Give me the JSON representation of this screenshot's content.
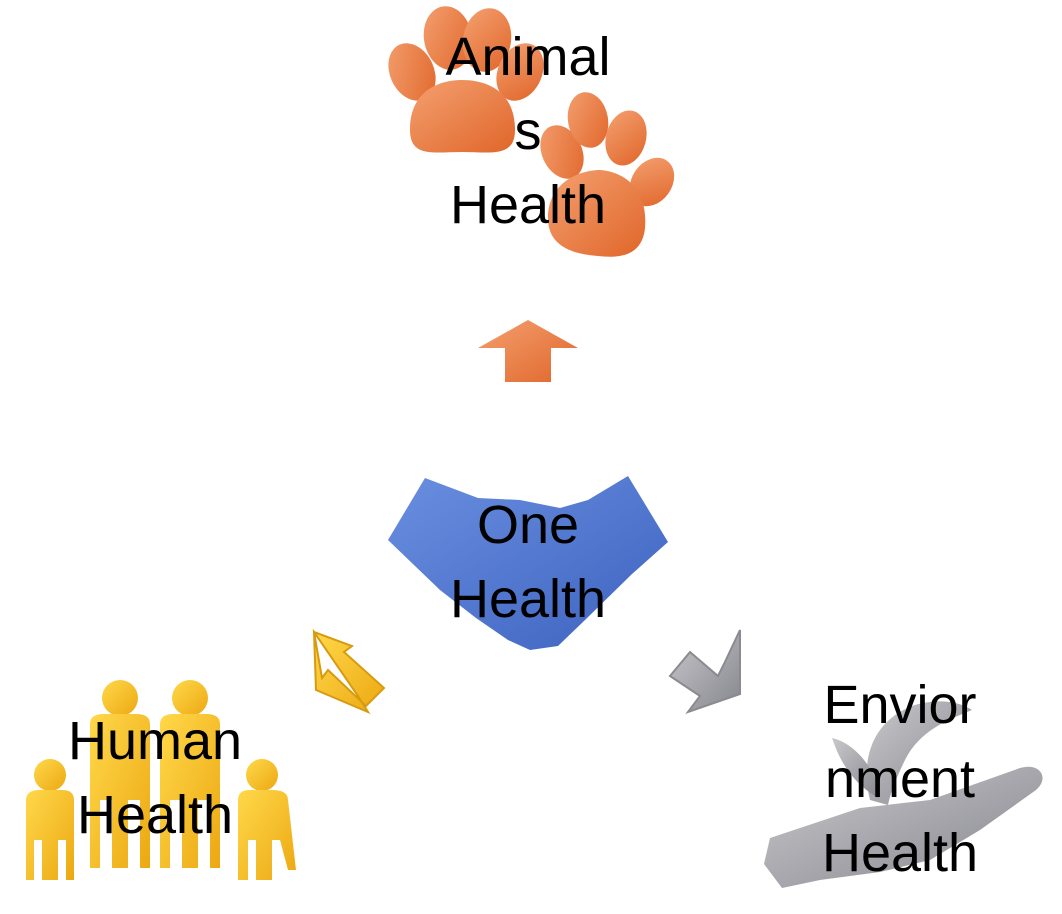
{
  "nodes": {
    "center": {
      "lines": [
        "One",
        "Health"
      ],
      "icon": "handshake-icon",
      "color": "#4a72cc"
    },
    "top": {
      "lines": [
        "Animal",
        "s",
        "Health"
      ],
      "icon": "paw-prints-icon",
      "color": "#ee7d3f"
    },
    "left": {
      "lines": [
        "Human",
        "Health"
      ],
      "icon": "family-icon",
      "color": "#f8c01a"
    },
    "right": {
      "lines": [
        "Envior",
        "nment",
        "Health"
      ],
      "icon": "hand-plant-icon",
      "color": "#9a9aa2"
    }
  },
  "arrows": {
    "top": {
      "icon": "arrow-up-icon",
      "color": "#ee7d3f"
    },
    "left": {
      "icon": "arrow-down-left-icon",
      "color": "#f8c01a"
    },
    "right": {
      "icon": "arrow-down-right-icon",
      "color": "#9a9aa2"
    }
  }
}
